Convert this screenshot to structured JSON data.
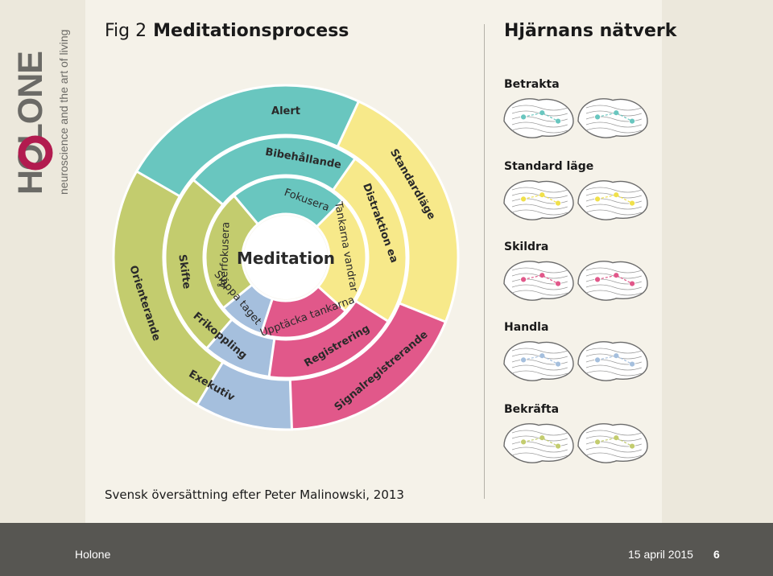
{
  "logo": {
    "wordmark": "HOLONE",
    "tagline": "neuroscience and the art of living",
    "colors": {
      "o_ring": "#b21b4f",
      "letters": "#6b6a66"
    }
  },
  "title": {
    "fig": "Fig 2",
    "text": "Meditationsprocess"
  },
  "networks_title": "Hjärnans nätverk",
  "center_label": "Meditation",
  "rings": {
    "outer": {
      "labels": [
        "Orienterande",
        "Alert",
        "Standardläge",
        "Signalregistrerande",
        "Exekutiv"
      ]
    },
    "middle": {
      "labels": [
        "Skifte",
        "Bibehållande",
        "Distraktion ea",
        "Registrering",
        "Frikoppling"
      ]
    },
    "inner": {
      "labels": [
        "Återfokusera",
        "Fokusera",
        "Tankarna vandrar",
        "Upptäcka tankarna",
        "Släppa taget"
      ]
    }
  },
  "phase_colors": {
    "orienting": "#c3cc6e",
    "alert": "#69c6bf",
    "default_mode": "#f7e98a",
    "salience": "#e1588a",
    "executive": "#a5bfdd"
  },
  "networks": [
    {
      "label": "Betrakta",
      "color": "#69c6bf"
    },
    {
      "label": "Standard läge",
      "color": "#f0e04a"
    },
    {
      "label": "Skildra",
      "color": "#e1588a"
    },
    {
      "label": "Handla",
      "color": "#a5bfdd"
    },
    {
      "label": "Bekräfta",
      "color": "#c3cc6e"
    }
  ],
  "caption": "Svensk översättning efter Peter Malinowski, 2013",
  "footer": {
    "left": "Holone",
    "date": "15 april 2015",
    "page": "6"
  }
}
